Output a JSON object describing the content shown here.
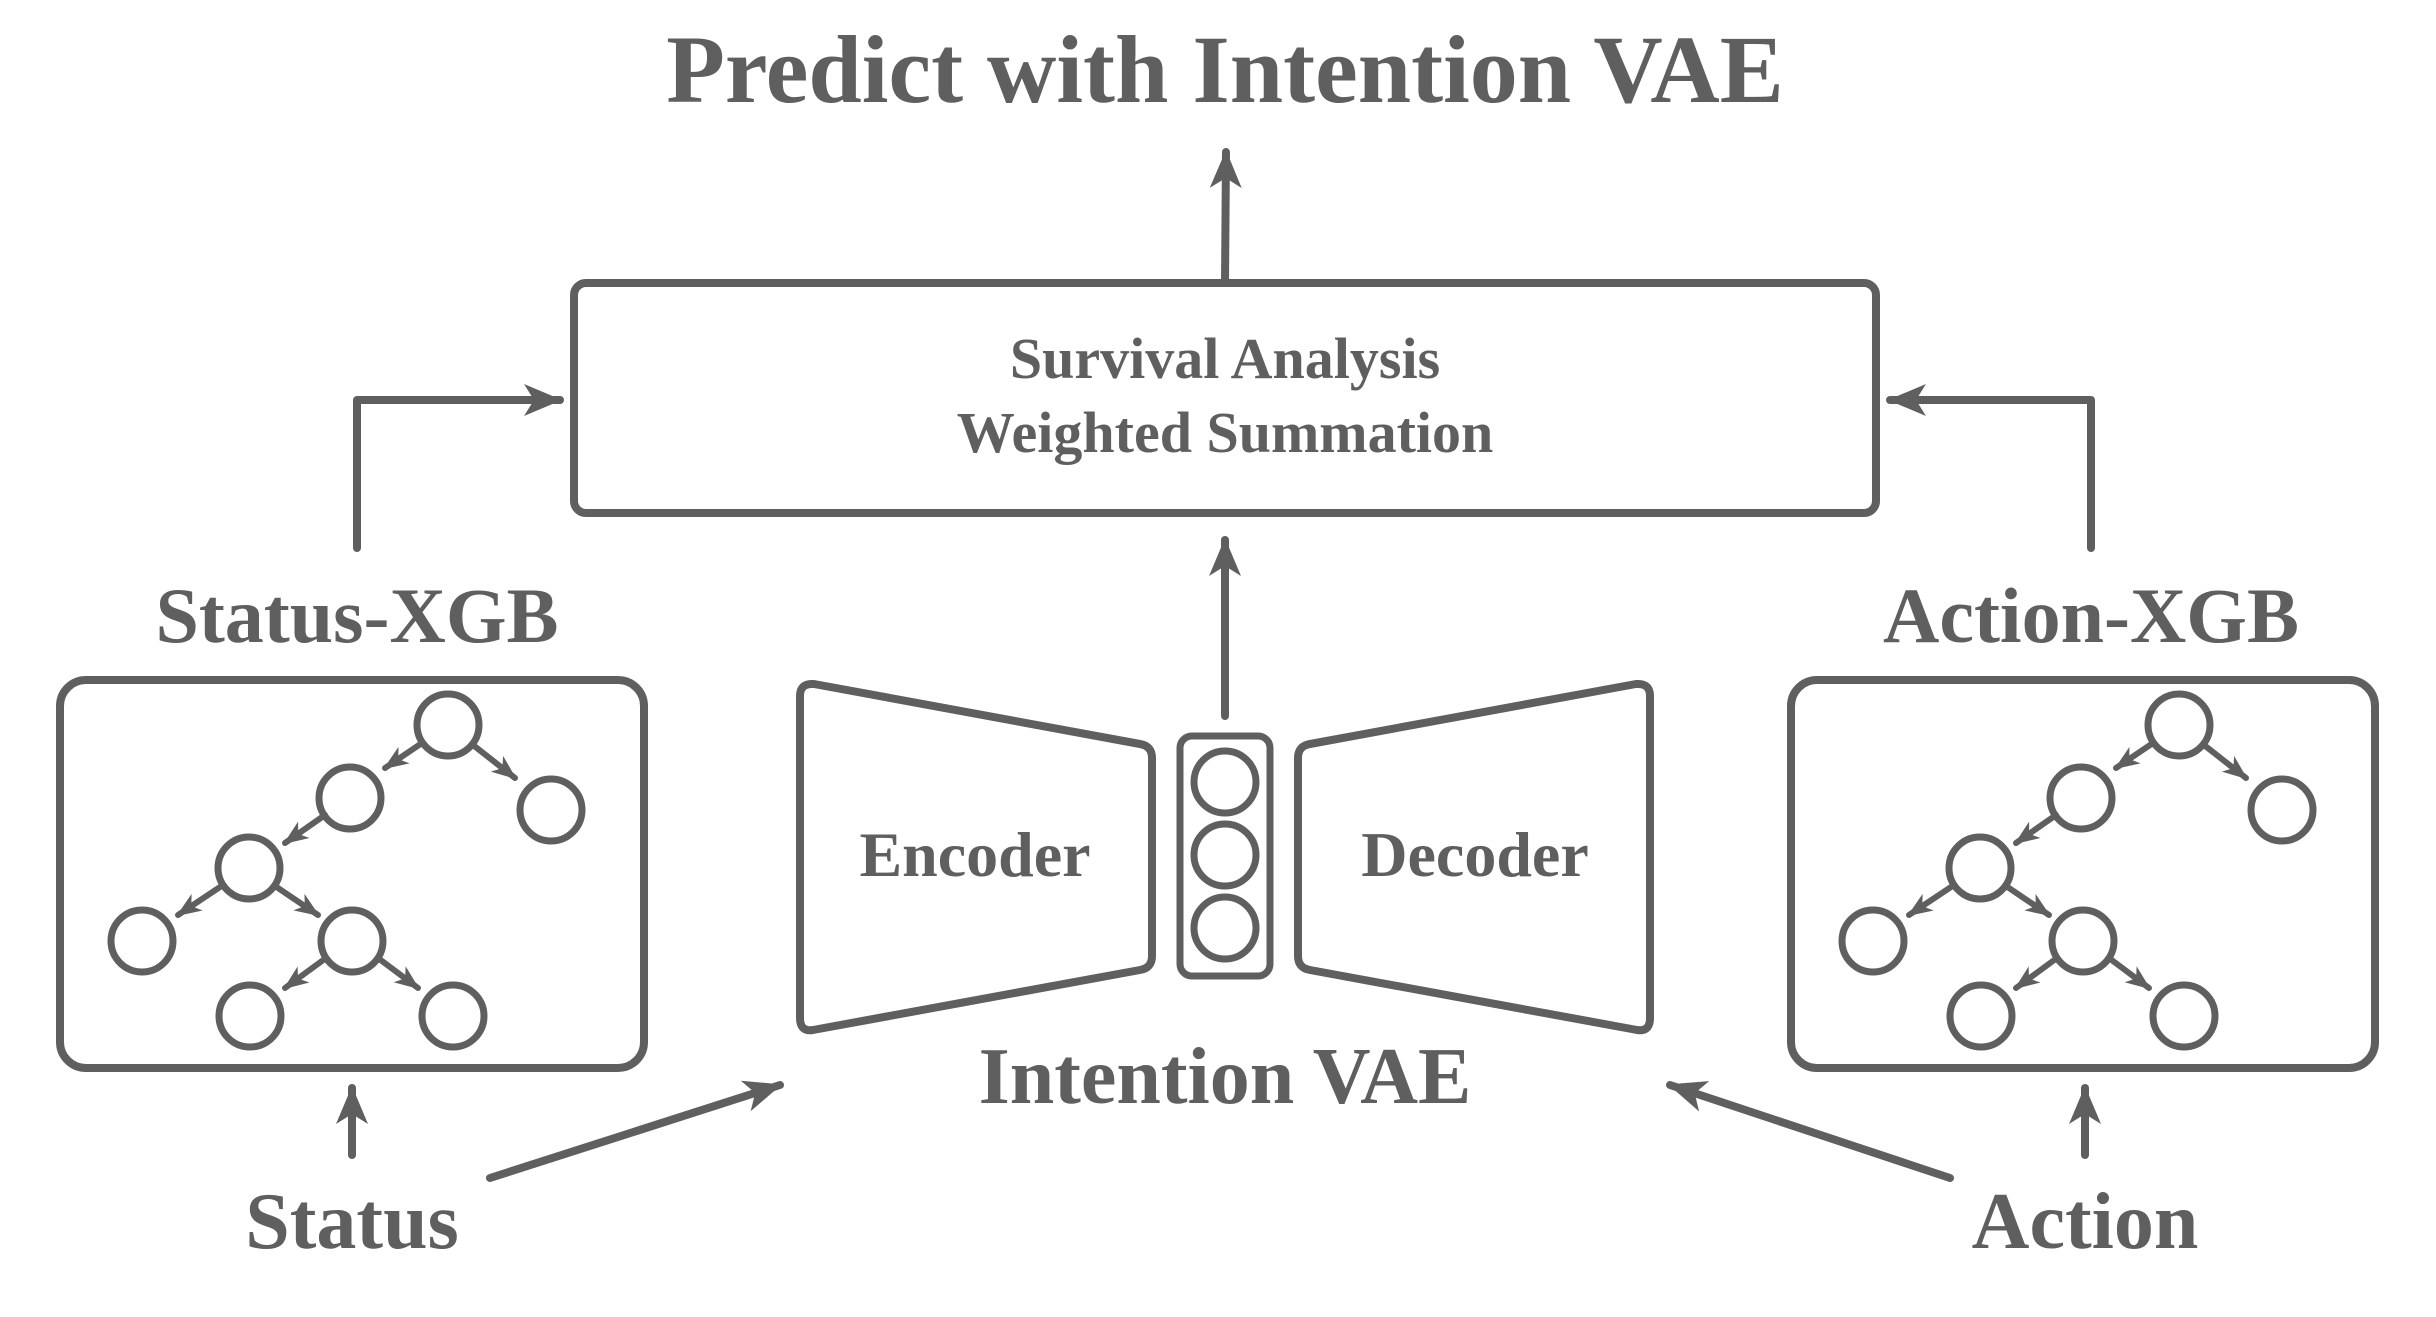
{
  "diagram": {
    "title": "Predict with Intention VAE",
    "fusion_box": {
      "line1": "Survival Analysis",
      "line2": "Weighted Summation"
    },
    "status_xgb_label": "Status-XGB",
    "action_xgb_label": "Action-XGB",
    "encoder_label": "Encoder",
    "decoder_label": "Decoder",
    "vae_label": "Intention VAE",
    "status_input_label": "Status",
    "action_input_label": "Action",
    "colors": {
      "stroke": "#5f5f5f",
      "background": "#ffffff"
    },
    "icons": {
      "tree": "decision-tree-icon",
      "latent": "latent-nodes-icon"
    }
  }
}
